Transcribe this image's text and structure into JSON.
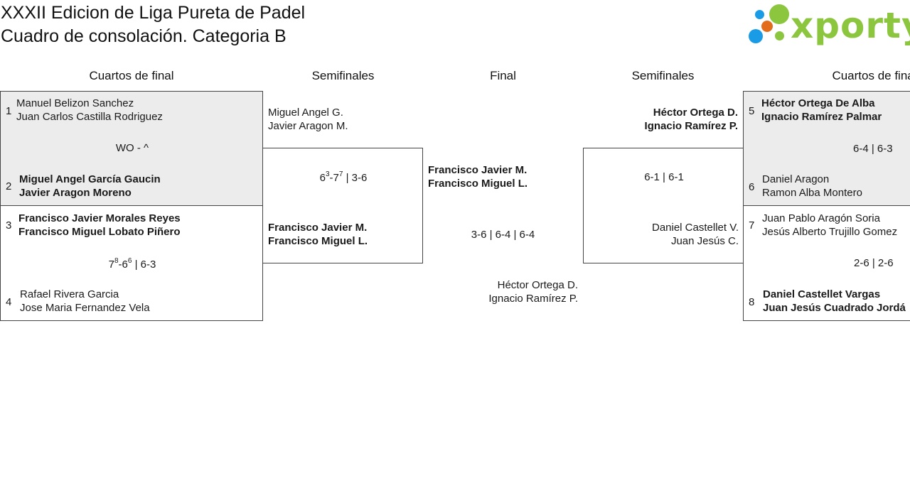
{
  "title": {
    "line1": "XXXII Edicion de Liga Pureta de Padel",
    "line2": "Cuadro de consolación. Categoria B"
  },
  "logo": {
    "text": "xporty",
    "colors": [
      "#1a9be6",
      "#e36c1a",
      "#8cc63f"
    ]
  },
  "rounds": {
    "left_quarter": "Cuartos de final",
    "left_semi": "Semifinales",
    "final": "Final",
    "right_semi": "Semifinales",
    "right_quarter": "Cuartos de final"
  },
  "quarterfinals": [
    {
      "top": {
        "seed": "1",
        "p1": "Manuel Belizon Sanchez",
        "p2": "Juan Carlos Castilla Rodriguez"
      },
      "bottom": {
        "seed": "2",
        "p1": "Miguel Angel García Gaucin",
        "p2": "Javier Aragon Moreno"
      },
      "score": "WO - ^"
    },
    {
      "top": {
        "seed": "3",
        "p1": "Francisco Javier Morales Reyes",
        "p2": "Francisco Miguel Lobato Piñero"
      },
      "bottom": {
        "seed": "4",
        "p1": "Rafael Rivera Garcia",
        "p2": "Jose Maria Fernandez Vela"
      },
      "score": {
        "s1a": "7",
        "s1a_sup": "8",
        "s1b": "6",
        "s1b_sup": "6",
        "rest": " | 6-3"
      }
    },
    {
      "top": {
        "seed": "5",
        "p1": "Héctor Ortega De Alba",
        "p2": "Ignacio Ramírez Palmar"
      },
      "bottom": {
        "seed": "6",
        "p1": "Daniel Aragon",
        "p2": "Ramon Alba Montero"
      },
      "score": "6-4 | 6-3"
    },
    {
      "top": {
        "seed": "7",
        "p1": "Juan Pablo Aragón Soria",
        "p2": "Jesús Alberto Trujillo Gomez"
      },
      "bottom": {
        "seed": "8",
        "p1": "Daniel Castellet Vargas",
        "p2": "Juan Jesús Cuadrado Jordá"
      },
      "score": "2-6 | 2-6"
    }
  ],
  "semifinals": {
    "left": {
      "top": {
        "p1": "Miguel Angel G.",
        "p2": "Javier Aragon M."
      },
      "bottom": {
        "p1": "Francisco Javier M.",
        "p2": "Francisco Miguel L."
      },
      "score": {
        "s1a": "6",
        "s1a_sup": "3",
        "s1b": "7",
        "s1b_sup": "7",
        "rest": " | 3-6"
      }
    },
    "right": {
      "top": {
        "p1": "Héctor Ortega D.",
        "p2": "Ignacio Ramírez P."
      },
      "bottom": {
        "p1": "Daniel Castellet V.",
        "p2": "Juan Jesús C."
      },
      "score": "6-1 | 6-1"
    }
  },
  "final": {
    "top": {
      "p1": "Francisco Javier M.",
      "p2": "Francisco Miguel L."
    },
    "bottom": {
      "p1": "Héctor Ortega D.",
      "p2": "Ignacio Ramírez P."
    },
    "score": "3-6 | 6-4 | 6-4"
  }
}
